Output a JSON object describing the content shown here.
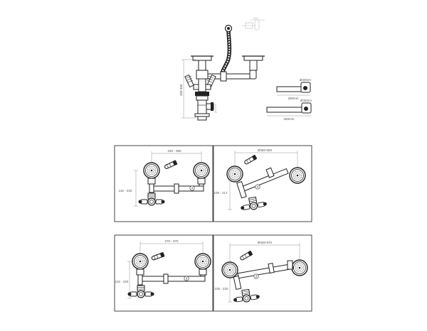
{
  "overview": {
    "height_label": "180-300",
    "pipe_top_label": "Ø40mm",
    "pipe_bottom_label": "Ø40mm",
    "pipe_top_len": "250mm",
    "pipe_bottom_len": "250mm"
  },
  "panels": [
    {
      "dim_top": "230 - 380",
      "dim_side": "115 - 220"
    },
    {
      "dim_top": "Ø350-550",
      "dim_side": "100 - 217"
    },
    {
      "dim_top": "270 - 370",
      "dim_side": "115 - 220"
    },
    {
      "dim_top": "Ø400-670",
      "dim_side": "105 - 220"
    }
  ],
  "colors": {
    "line": "#222222",
    "frame": "#333333",
    "dim": "#777777"
  }
}
